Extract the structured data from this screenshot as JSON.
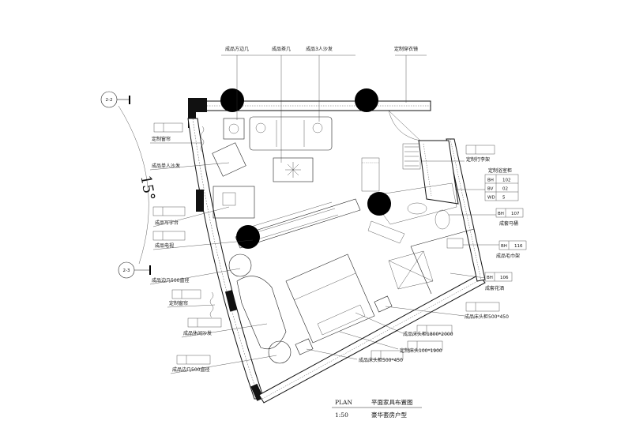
{
  "callouts": {
    "side_table_square": "成品方边几",
    "coffee_table": "成品茶几",
    "sofa_3": "成品3人沙发",
    "wardrobe": "定制穿衣镜",
    "curtain_top": "定制窗帘",
    "single_sofa": "成品单人沙发",
    "desk": "成品写字台",
    "tv": "成品电视",
    "side_table_round_top": "成品边几500直径",
    "curtain_bottom": "定制窗帘",
    "lounge_sofa": "成品休闲沙发",
    "side_table_round_bottom": "成品边几500直径",
    "luggage_rack": "定制行李架",
    "wardrobe_custom": "定制浴室柜",
    "toilet": "成套马桶",
    "towel_rack": "成品毛巾架",
    "shower": "成套花洒",
    "nightstand_right": "成品床头柜500*450",
    "nightstand_1800": "成品床头柜1800*2000",
    "bed_head": "定制床头100*1900",
    "nightstand_left": "成品床头柜500*450"
  },
  "spec_table": {
    "rows": [
      {
        "key": "BH",
        "value": "102"
      },
      {
        "key": "BV",
        "value": "02"
      },
      {
        "key": "WD",
        "value": "5"
      }
    ]
  },
  "fixture_tags": {
    "toilet_tag": {
      "key": "BH",
      "value": "107"
    },
    "towel_tag": {
      "key": "BH",
      "value": "116"
    },
    "shower_tag": {
      "key": "BH",
      "value": "106"
    }
  },
  "section_marks": {
    "upper": "2-2",
    "lower": "2-3"
  },
  "angle_label": "15°",
  "title_block": {
    "plan_label": "PLAN",
    "plan_title": "平面家具布置图",
    "scale": "1:50",
    "room_type": "豪华套房户型"
  }
}
